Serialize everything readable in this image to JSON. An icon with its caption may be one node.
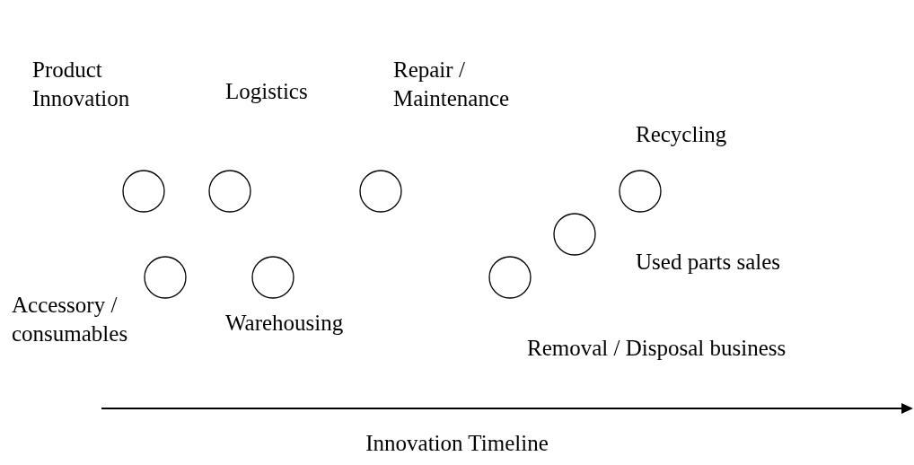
{
  "diagram": {
    "nodes": [
      {
        "text": [
          "Product Innovation"
        ]
      },
      {
        "text": [
          "Logistics"
        ]
      },
      {
        "text": [
          "Repair / Maintenance"
        ]
      },
      {
        "text": [
          "Recycling"
        ]
      },
      {
        "text": [
          "Accessory / consumables"
        ]
      },
      {
        "text": [
          "Warehousing"
        ]
      },
      {
        "text": [
          "Used parts sales"
        ]
      },
      {
        "text": [
          "Removal / Disposal business"
        ]
      }
    ],
    "labels": [
      "Innovation Timeline"
    ]
  }
}
